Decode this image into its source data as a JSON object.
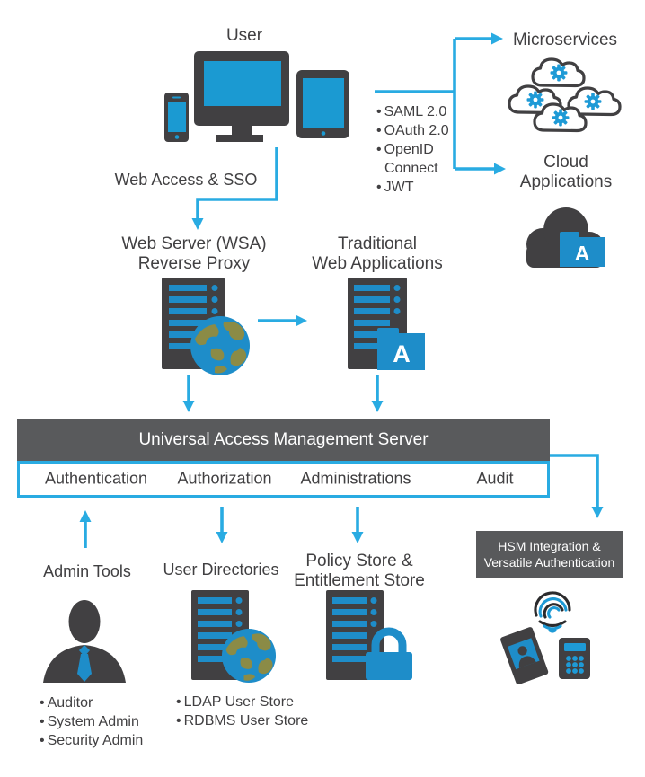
{
  "user": {
    "label": "User"
  },
  "connections": {
    "web_access_label": "Web Access & SSO"
  },
  "protocols": [
    "SAML 2.0",
    "OAuth 2.0",
    "OpenID Connect",
    "JWT"
  ],
  "microservices": {
    "label": "Microservices"
  },
  "cloud_apps": {
    "label": "Cloud\nApplications"
  },
  "web_server": {
    "label": "Web Server (WSA)\nReverse Proxy"
  },
  "traditional_apps": {
    "label": "Traditional\nWeb Applications"
  },
  "uam": {
    "title": "Universal Access Management Server",
    "functions": [
      "Authentication",
      "Authorization",
      "Administrations",
      "Audit"
    ]
  },
  "admin_tools": {
    "label": "Admin Tools",
    "roles": [
      "Auditor",
      "System Admin",
      "Security Admin"
    ]
  },
  "user_directories": {
    "label": "User Directories",
    "stores": [
      "LDAP User Store",
      "RDBMS User Store"
    ]
  },
  "policy_store": {
    "label": "Policy Store &\nEntitlement Store"
  },
  "hsm": {
    "label": "HSM Integration &\nVersatile Authentication"
  },
  "icons": {
    "folder_letter": "A",
    "names": [
      "devices-icon",
      "microservices-clouds-icon",
      "cloud-folder-icon",
      "server-globe-icon",
      "server-folder-icon",
      "server-lock-icon",
      "person-icon",
      "fingerprint-icon",
      "id-card-icon",
      "token-calculator-icon",
      "gear-icon"
    ]
  },
  "colors": {
    "arrow_blue": "#29abe2",
    "icon_blue": "#1e8dc9",
    "screen_blue": "#1b9ad2",
    "gear_blue": "#1e9ad6",
    "dark_icon": "#414042",
    "bar_gray": "#595a5c",
    "globe_land_olive": "#8b8b46",
    "text": "#414042",
    "background": "#ffffff"
  }
}
